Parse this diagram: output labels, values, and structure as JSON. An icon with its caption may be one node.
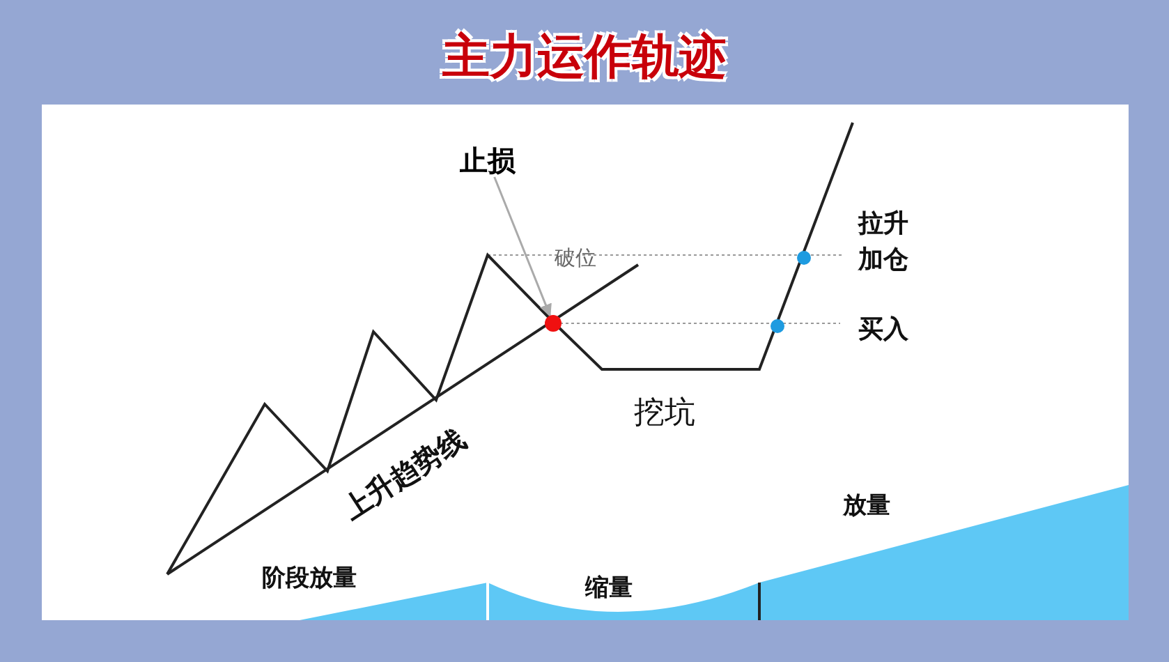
{
  "diagram": {
    "title": "主力运作轨迹",
    "nodes": [
      {
        "text": [
          "止损"
        ]
      },
      {
        "text": [],
        "shape": "circle"
      }
    ],
    "edges": [
      {
        "from": 0,
        "to": 1,
        "arrow": "to"
      }
    ],
    "labels": [
      "破位",
      "拉升",
      "加仓",
      "买入",
      "挖坑",
      "上升趋势线",
      "阶段放量",
      "缩量",
      "放量"
    ]
  }
}
